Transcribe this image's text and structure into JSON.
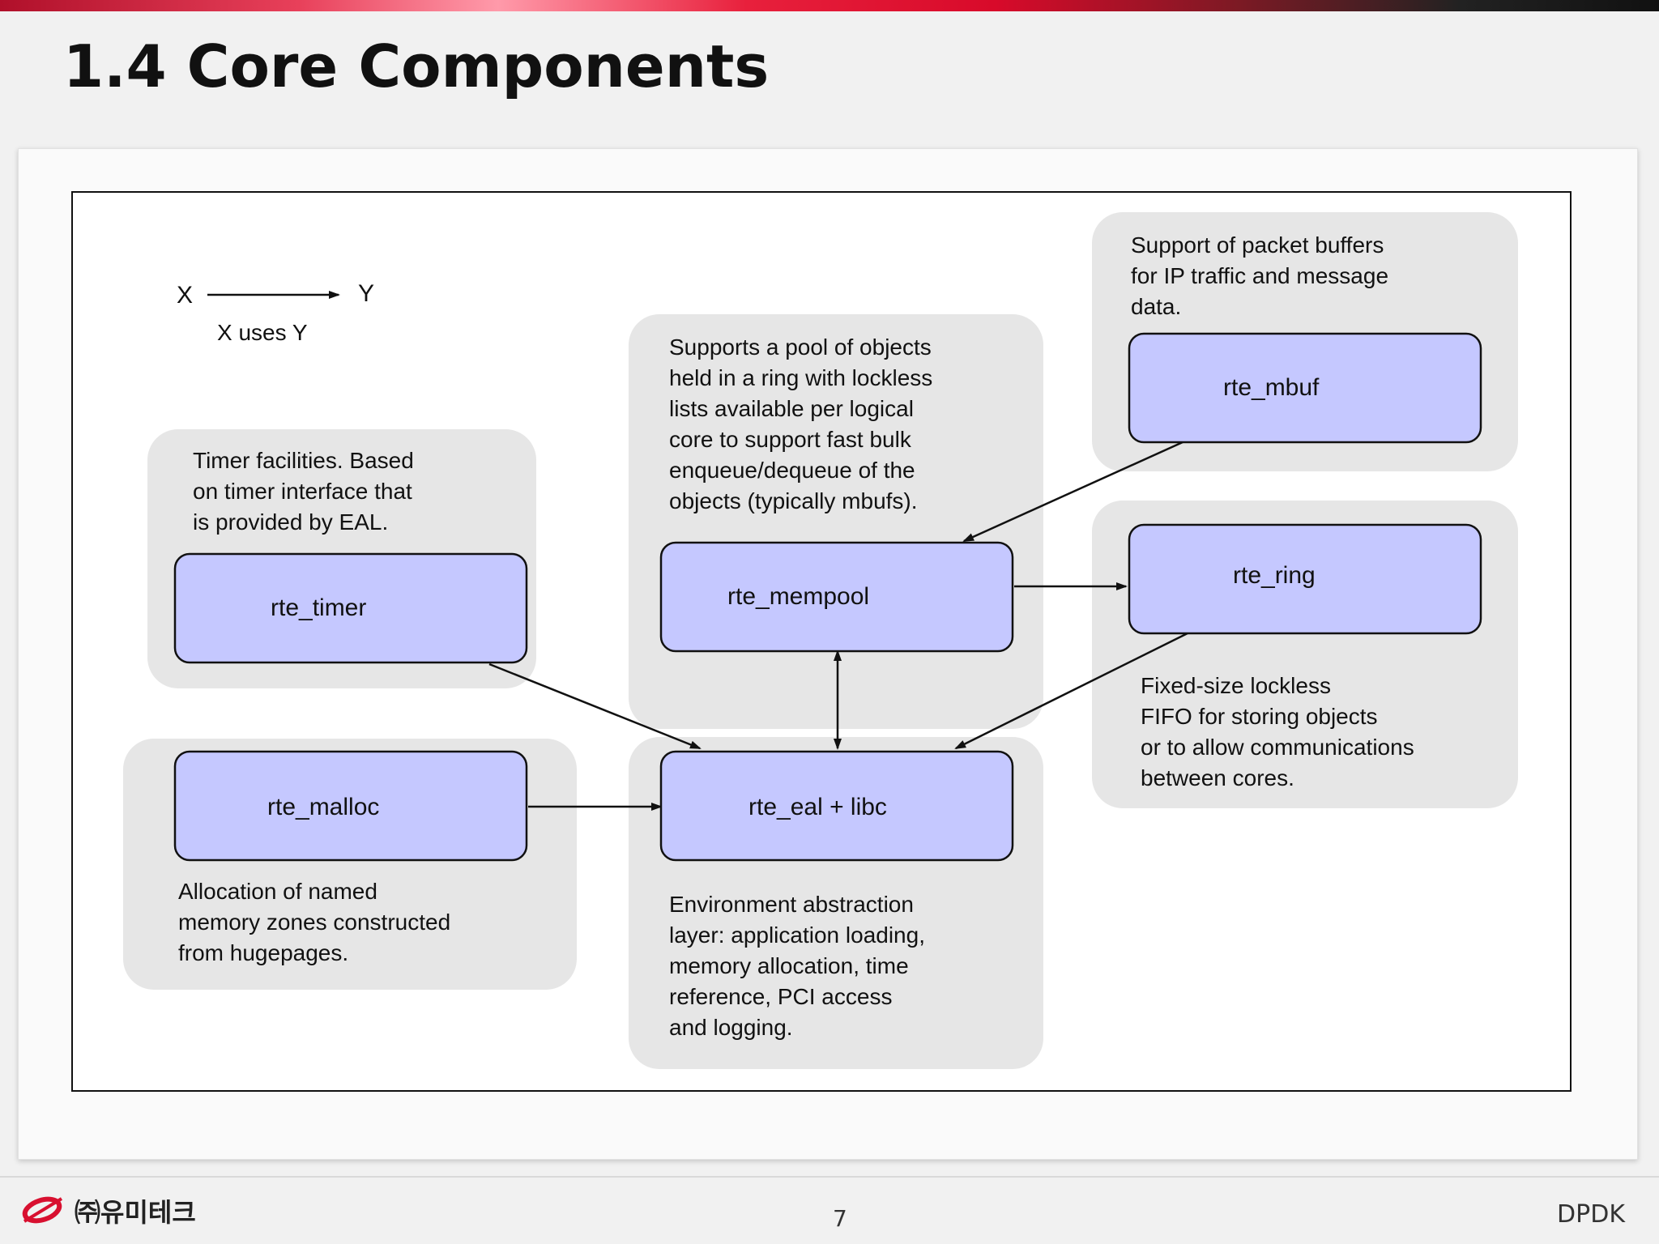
{
  "slide": {
    "title": "1.4 Core Components",
    "footer_company": "㈜유미테크",
    "page_number": "7",
    "doc_tag": "DPDK"
  },
  "legend": {
    "from": "X",
    "to": "Y",
    "caption": "X uses Y"
  },
  "components": [
    {
      "id": "rte_timer",
      "label": "rte_timer",
      "description": [
        "Timer facilities. Based",
        "on timer interface that",
        "is provided by EAL."
      ]
    },
    {
      "id": "rte_malloc",
      "label": "rte_malloc",
      "description": [
        "Allocation of named",
        "memory zones constructed",
        "from hugepages."
      ]
    },
    {
      "id": "rte_mempool",
      "label": "rte_mempool",
      "description": [
        "Supports a pool of objects",
        "held in a ring with lockless",
        "lists available per logical",
        "core to support fast bulk",
        "enqueue/dequeue of the",
        "objects (typically mbufs)."
      ]
    },
    {
      "id": "rte_eal",
      "label": "rte_eal + libc",
      "description": [
        "Environment abstraction",
        "layer: application loading,",
        "memory allocation, time",
        "reference, PCI access",
        "and logging."
      ]
    },
    {
      "id": "rte_mbuf",
      "label": "rte_mbuf",
      "description": [
        "Support of packet buffers",
        "for IP traffic and message",
        "data."
      ]
    },
    {
      "id": "rte_ring",
      "label": "rte_ring",
      "description": [
        "Fixed-size lockless",
        "FIFO for storing objects",
        "or to allow communications",
        "between cores."
      ]
    }
  ],
  "edges": [
    {
      "from": "rte_timer",
      "to": "rte_eal"
    },
    {
      "from": "rte_malloc",
      "to": "rte_eal"
    },
    {
      "from": "rte_mempool",
      "to": "rte_eal",
      "bidirectional": true
    },
    {
      "from": "rte_mempool",
      "to": "rte_ring"
    },
    {
      "from": "rte_mbuf",
      "to": "rte_mempool"
    },
    {
      "from": "rte_ring",
      "to": "rte_eal"
    }
  ],
  "colors": {
    "node_fill": "#c5c8ff",
    "group_fill": "#e6e6e6",
    "stroke": "#111111",
    "accent_red": "#d81030"
  }
}
